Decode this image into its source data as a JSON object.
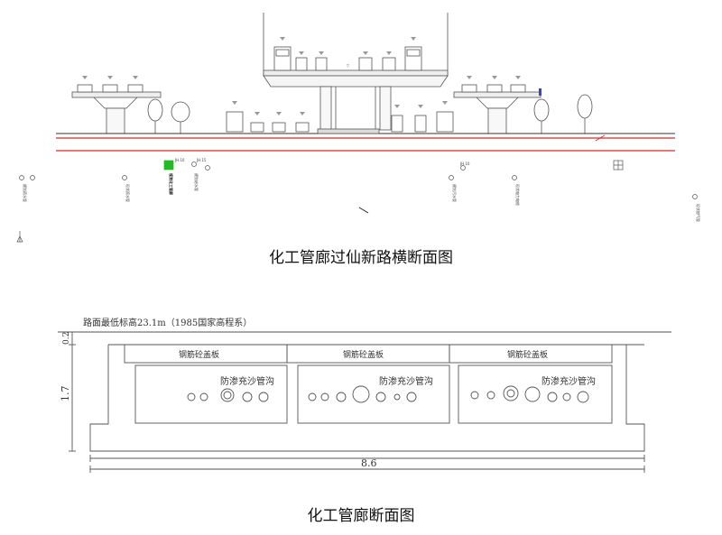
{
  "top_figure": {
    "caption": "化工管廊过仙新路横断面图",
    "tags": [
      "JH.10",
      "JH.15",
      "JH.10"
    ],
    "utility_labels": [
      "规划雨水管",
      "现状雨水管",
      "规划化工管廊",
      "规划给水管",
      "现状电力电缆",
      "规划污水管",
      "现状燃气管"
    ]
  },
  "bottom_figure": {
    "caption": "化工管廊断面图",
    "top_note": "路面最低标高23.1m（1985国家高程系）",
    "cover_plates": [
      "钢筋砼盖板",
      "钢筋砼盖板",
      "钢筋砼盖板"
    ],
    "trench_labels": [
      "防渗充沙管沟",
      "防渗充沙管沟",
      "防渗充沙管沟"
    ],
    "dim_width": "8.6",
    "dim_height": "1.7",
    "dim_cover": "0.2"
  },
  "colors": {
    "road_red": "#d62b2b",
    "line": "#555555",
    "accent_green": "#22bb22"
  }
}
